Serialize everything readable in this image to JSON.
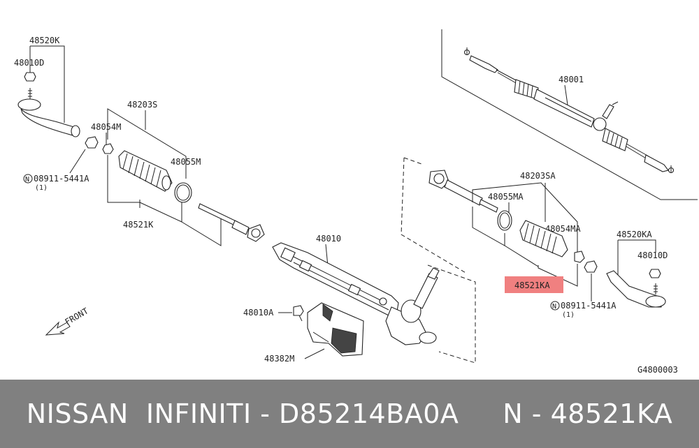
{
  "diagram": {
    "labels": {
      "p48520K": "48520K",
      "p48010D_left": "48010D",
      "p48203S": "48203S",
      "p48054M": "48054M",
      "p48055M": "48055M",
      "p08911_left": "08911-5441A",
      "qty_left": "(1)",
      "p48521K": "48521K",
      "p48010": "48010",
      "p48001": "48001",
      "p48203SA": "48203SA",
      "p48055MA": "48055MA",
      "p48054MA": "48054MA",
      "p48520KA": "48520KA",
      "p48010D_right": "48010D",
      "p48521KA": "48521KA",
      "p08911_right": "08911-5441A",
      "qty_right": "(1)",
      "p48010A": "48010A",
      "p48382M": "48382M",
      "front": "FRONT",
      "n_symbol": "N",
      "figure_code": "G4800003"
    },
    "highlight_color": "#f08080"
  },
  "footer": {
    "text": "NISSAN  INFINITI - D85214BA0A     N - 48521KA"
  }
}
